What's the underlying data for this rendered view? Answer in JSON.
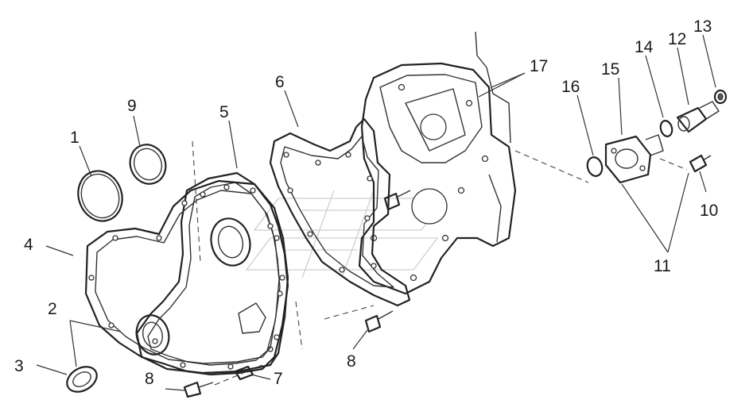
{
  "callouts": {
    "c1": "1",
    "c2": "2",
    "c3": "3",
    "c4": "4",
    "c5": "5",
    "c6": "6",
    "c7": "7",
    "c8a": "8",
    "c8b": "8",
    "c9": "9",
    "c10": "10",
    "c11": "11",
    "c12": "12",
    "c13": "13",
    "c14": "14",
    "c15": "15",
    "c16": "16",
    "c17": "17"
  },
  "colors": {
    "line": "#222222",
    "background": "#ffffff",
    "watermark": "#cfcfcf"
  }
}
